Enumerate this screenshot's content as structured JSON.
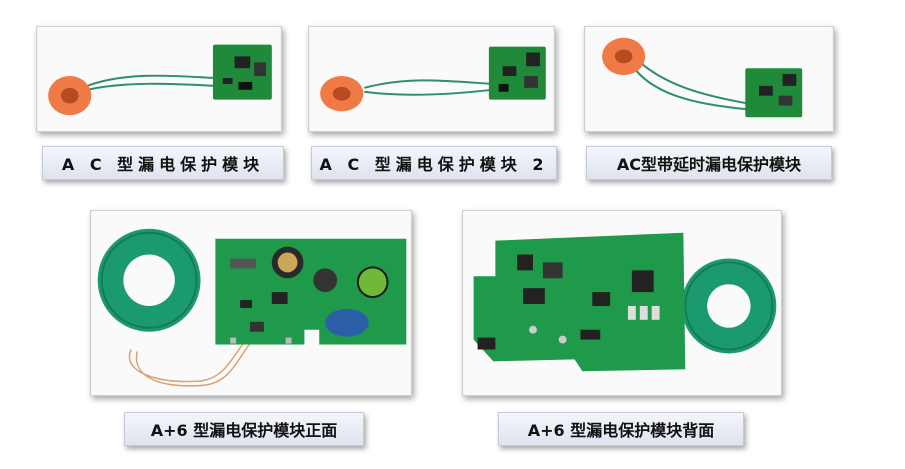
{
  "panels": [
    {
      "caption": "A C 型漏电保护模块",
      "colors": {
        "pcb": "#1f8a3a",
        "coil": "#f07a45"
      }
    },
    {
      "caption": "A C 型漏电保护模块 2",
      "colors": {
        "pcb": "#1f8a3a",
        "coil": "#f07a45"
      }
    },
    {
      "caption": "AC型带延时漏电保护模块",
      "colors": {
        "pcb": "#1f8a3a",
        "coil": "#f07a45"
      }
    },
    {
      "caption": "A+6 型漏电保护模块正面",
      "colors": {
        "pcb": "#1f9a4a",
        "coil": "#1b9a70"
      }
    },
    {
      "caption": "A+6 型漏电保护模块背面",
      "colors": {
        "pcb": "#1f9a4a",
        "coil": "#1b9a70"
      }
    }
  ]
}
